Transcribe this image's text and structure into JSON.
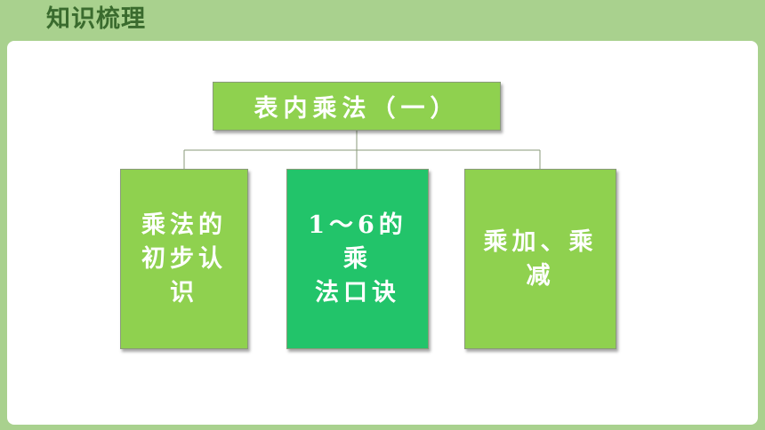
{
  "header": {
    "title": "知识梳理"
  },
  "mindmap": {
    "root": "表内乘法（一）",
    "children": [
      {
        "lines": [
          "乘法的",
          "初步认",
          "识"
        ]
      },
      {
        "lines": [
          "1～6的乘",
          "法口诀"
        ]
      },
      {
        "lines": [
          "乘加、乘",
          "减"
        ]
      }
    ],
    "colors": {
      "box": "#8fd14f",
      "highlight": "#22c46a",
      "background": "#a9d18e"
    }
  }
}
